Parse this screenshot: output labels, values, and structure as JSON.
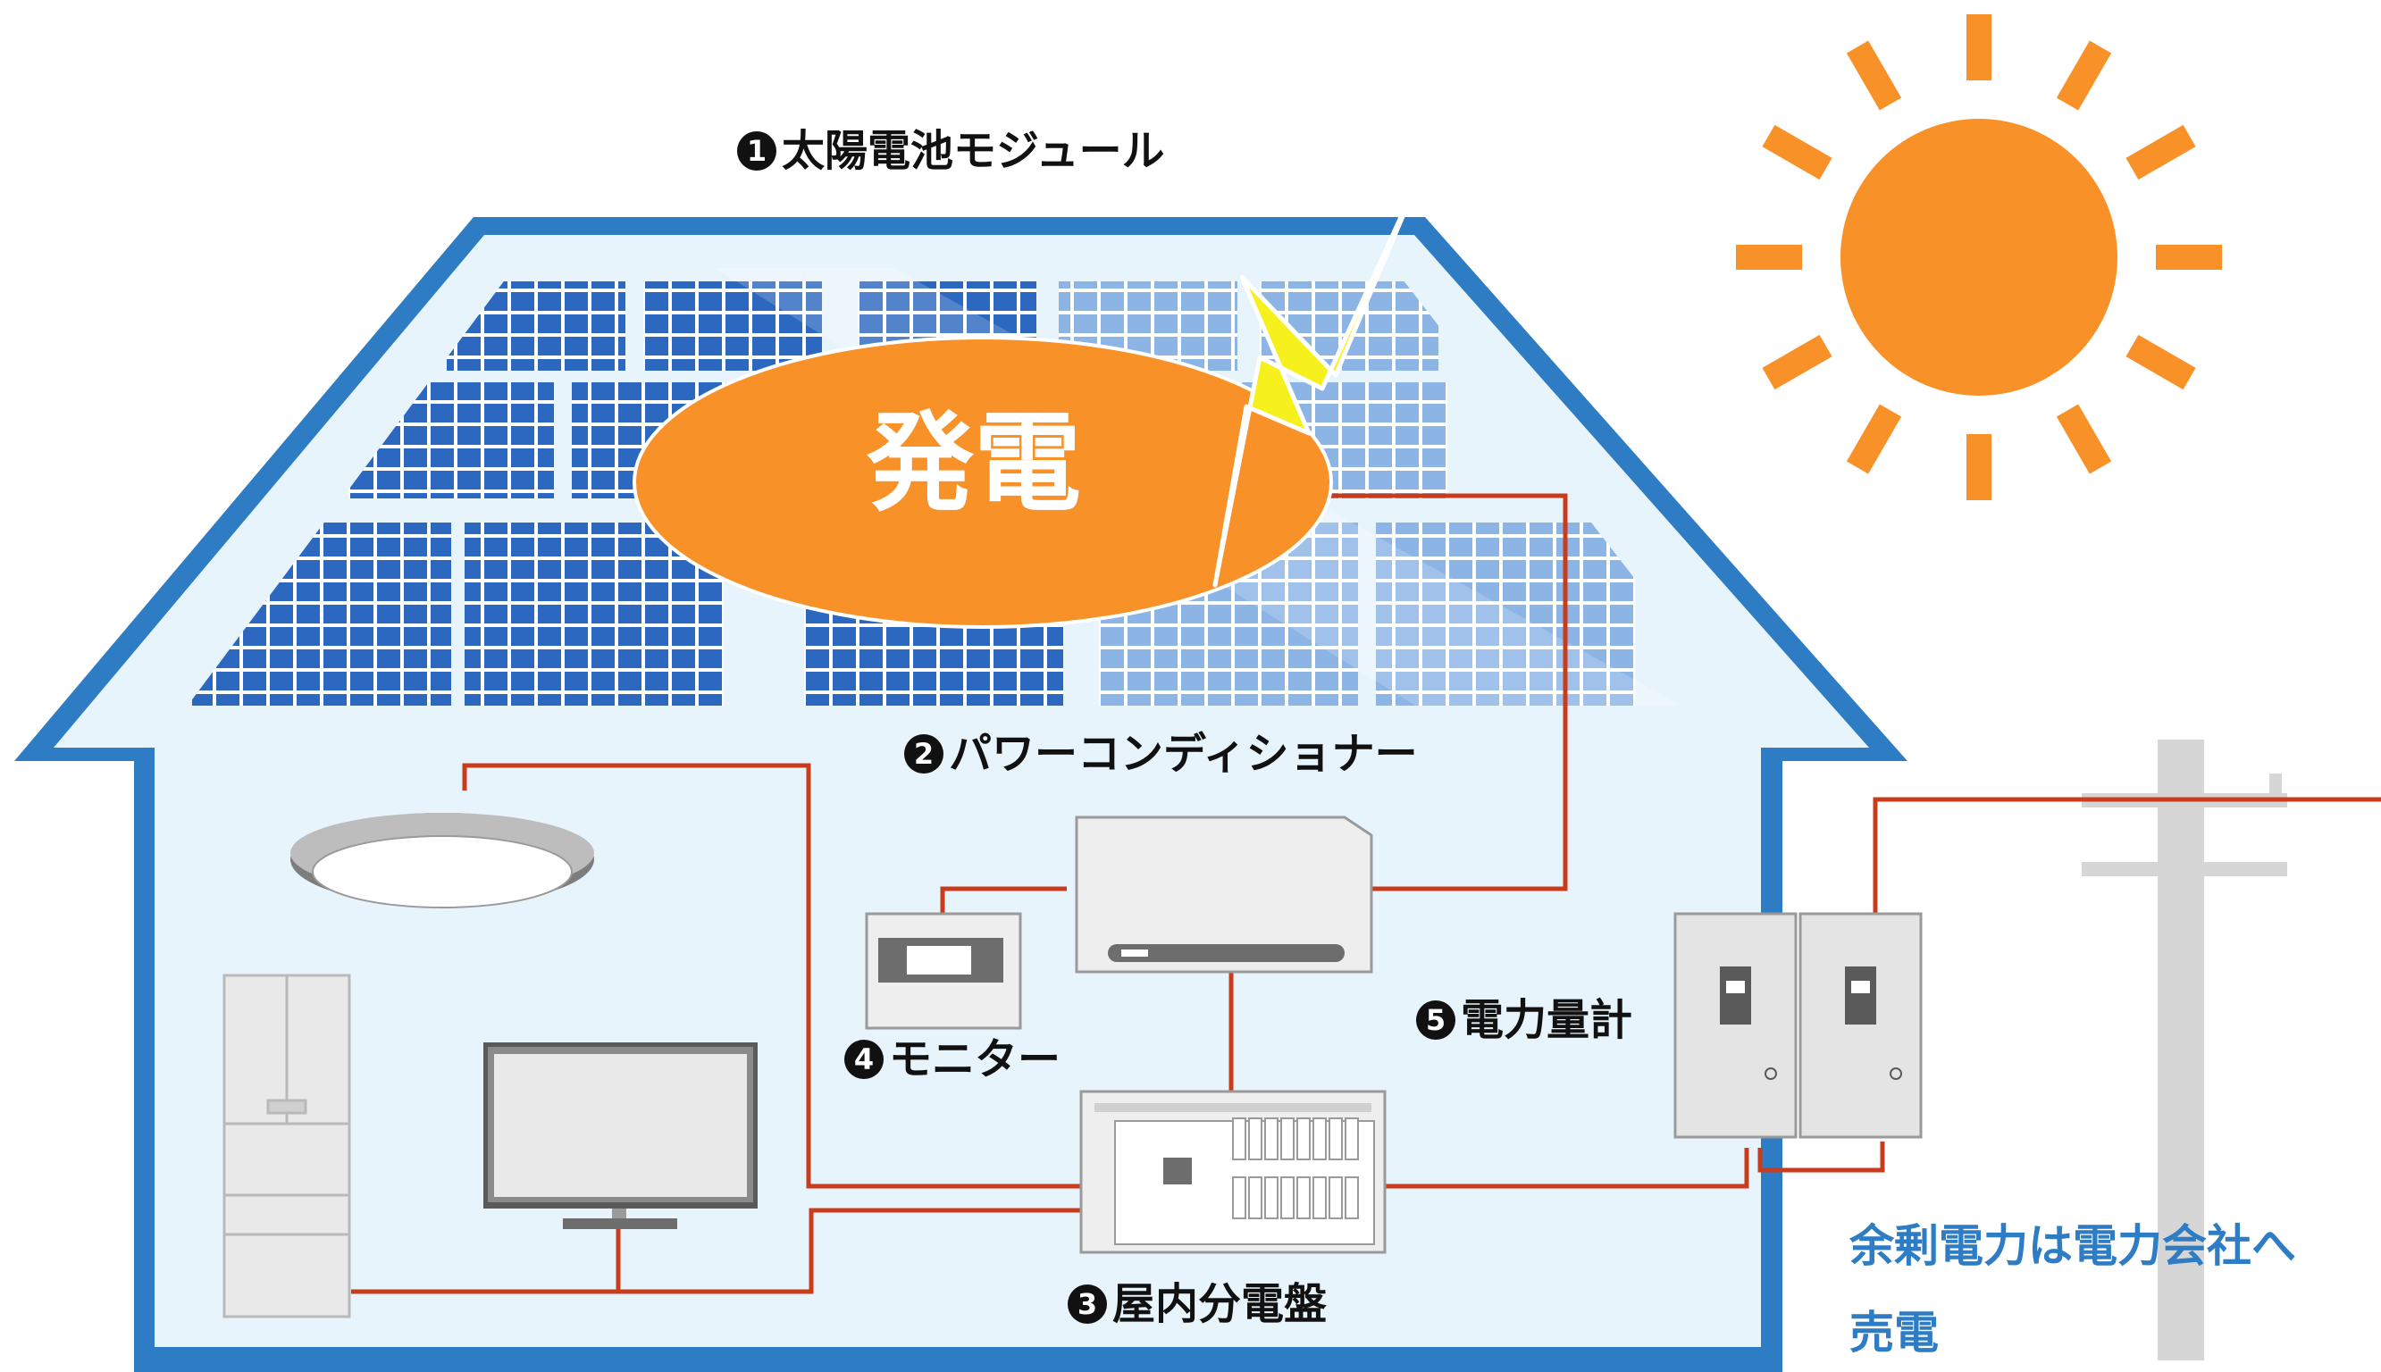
{
  "colors": {
    "house_outline": "#2d7cc4",
    "house_interior": "#e8f4fc",
    "panel_blue": "#2c68c0",
    "panel_light": "#8cb4e4",
    "sun": "#f99129",
    "wire": "#c83c1c",
    "lightning": "#f6f01c",
    "pole": "#d6d6d6",
    "note_text": "#2d7cc4"
  },
  "labels": {
    "module": {
      "num": "1",
      "text": "太陽電池モジュール"
    },
    "pcs": {
      "num": "2",
      "text": "パワーコンディショナー"
    },
    "board": {
      "num": "3",
      "text": "屋内分電盤"
    },
    "monitor": {
      "num": "4",
      "text": "モニター"
    },
    "meter": {
      "num": "5",
      "text": "電力量計"
    }
  },
  "generation_text": "発電",
  "note": {
    "line1": "余剰電力は電力会社へ",
    "line2": "売電"
  },
  "icons": [
    "sun-icon",
    "lightning-icon",
    "ceiling-light-icon",
    "refrigerator-icon",
    "television-icon",
    "power-conditioner-icon",
    "monitor-device-icon",
    "distribution-board-icon",
    "power-meter-icon",
    "utility-pole-icon"
  ]
}
